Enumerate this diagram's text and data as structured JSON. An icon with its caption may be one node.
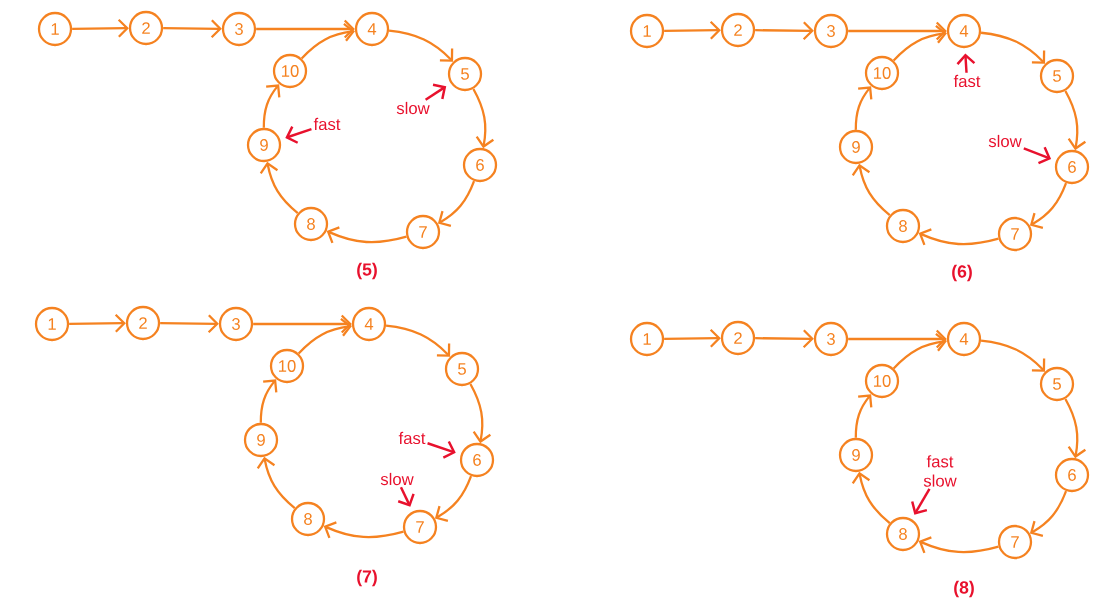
{
  "diagram": {
    "nodes": [
      {
        "text": [
          "1"
        ]
      },
      {
        "text": [
          "2"
        ]
      },
      {
        "text": [
          "3"
        ]
      },
      {
        "text": [
          "4"
        ]
      },
      {
        "text": [
          "5"
        ]
      },
      {
        "text": [
          "6"
        ]
      },
      {
        "text": [
          "7"
        ]
      },
      {
        "text": [
          "8"
        ]
      },
      {
        "text": [
          "9"
        ]
      },
      {
        "text": [
          "10"
        ]
      },
      {
        "text": [
          "fast"
        ]
      },
      {
        "text": [
          "slow"
        ]
      },
      {
        "text": [
          "1"
        ]
      },
      {
        "text": [
          "2"
        ]
      },
      {
        "text": [
          "3"
        ]
      },
      {
        "text": [
          "4"
        ]
      },
      {
        "text": [
          "5"
        ]
      },
      {
        "text": [
          "6"
        ]
      },
      {
        "text": [
          "7"
        ]
      },
      {
        "text": [
          "8"
        ]
      },
      {
        "text": [
          "9"
        ]
      },
      {
        "text": [
          "10"
        ]
      },
      {
        "text": [
          "fast"
        ]
      },
      {
        "text": [
          "slow"
        ]
      },
      {
        "text": [
          "1"
        ]
      },
      {
        "text": [
          "2"
        ]
      },
      {
        "text": [
          "3"
        ]
      },
      {
        "text": [
          "4"
        ]
      },
      {
        "text": [
          "5"
        ]
      },
      {
        "text": [
          "6"
        ]
      },
      {
        "text": [
          "7"
        ]
      },
      {
        "text": [
          "8"
        ]
      },
      {
        "text": [
          "9"
        ]
      },
      {
        "text": [
          "10"
        ]
      },
      {
        "text": [
          "fast"
        ]
      },
      {
        "text": [
          "slow"
        ]
      },
      {
        "text": [
          "1"
        ]
      },
      {
        "text": [
          "2"
        ]
      },
      {
        "text": [
          "3"
        ]
      },
      {
        "text": [
          "4"
        ]
      },
      {
        "text": [
          "5"
        ]
      },
      {
        "text": [
          "6"
        ]
      },
      {
        "text": [
          "7"
        ]
      },
      {
        "text": [
          "8"
        ]
      },
      {
        "text": [
          "9"
        ]
      },
      {
        "text": [
          "10"
        ]
      },
      {
        "text": [
          "fast",
          "slow"
        ]
      }
    ],
    "edges": [
      {
        "from": 0,
        "to": 1,
        "arrow": "to"
      },
      {
        "from": 1,
        "to": 2,
        "arrow": "to"
      },
      {
        "from": 2,
        "to": 3,
        "arrow": "to"
      },
      {
        "from": 3,
        "to": 4,
        "arrow": "to"
      },
      {
        "from": 4,
        "to": 5,
        "arrow": "to"
      },
      {
        "from": 5,
        "to": 6,
        "arrow": "to"
      },
      {
        "from": 6,
        "to": 7,
        "arrow": "to"
      },
      {
        "from": 7,
        "to": 8,
        "arrow": "to"
      },
      {
        "from": 8,
        "to": 9,
        "arrow": "to"
      },
      {
        "from": 9,
        "to": 3,
        "arrow": "to"
      },
      {
        "from": 10,
        "to": 8,
        "arrow": "to",
        "color": "#e8112d"
      },
      {
        "from": 11,
        "to": 4,
        "arrow": "to",
        "color": "#e8112d"
      },
      {
        "from": 12,
        "to": 13,
        "arrow": "to"
      },
      {
        "from": 13,
        "to": 14,
        "arrow": "to"
      },
      {
        "from": 14,
        "to": 15,
        "arrow": "to"
      },
      {
        "from": 15,
        "to": 16,
        "arrow": "to"
      },
      {
        "from": 16,
        "to": 17,
        "arrow": "to"
      },
      {
        "from": 17,
        "to": 18,
        "arrow": "to"
      },
      {
        "from": 18,
        "to": 19,
        "arrow": "to"
      },
      {
        "from": 19,
        "to": 20,
        "arrow": "to"
      },
      {
        "from": 20,
        "to": 21,
        "arrow": "to"
      },
      {
        "from": 21,
        "to": 15,
        "arrow": "to"
      },
      {
        "from": 22,
        "to": 15,
        "arrow": "to",
        "color": "#e8112d"
      },
      {
        "from": 23,
        "to": 17,
        "arrow": "to",
        "color": "#e8112d"
      },
      {
        "from": 24,
        "to": 25,
        "arrow": "to"
      },
      {
        "from": 25,
        "to": 26,
        "arrow": "to"
      },
      {
        "from": 26,
        "to": 27,
        "arrow": "to"
      },
      {
        "from": 27,
        "to": 28,
        "arrow": "to"
      },
      {
        "from": 28,
        "to": 29,
        "arrow": "to"
      },
      {
        "from": 29,
        "to": 30,
        "arrow": "to"
      },
      {
        "from": 30,
        "to": 31,
        "arrow": "to"
      },
      {
        "from": 31,
        "to": 32,
        "arrow": "to"
      },
      {
        "from": 32,
        "to": 33,
        "arrow": "to"
      },
      {
        "from": 33,
        "to": 27,
        "arrow": "to"
      },
      {
        "from": 34,
        "to": 29,
        "arrow": "to",
        "color": "#e8112d"
      },
      {
        "from": 35,
        "to": 30,
        "arrow": "to",
        "color": "#e8112d"
      },
      {
        "from": 36,
        "to": 37,
        "arrow": "to"
      },
      {
        "from": 37,
        "to": 38,
        "arrow": "to"
      },
      {
        "from": 38,
        "to": 39,
        "arrow": "to"
      },
      {
        "from": 39,
        "to": 40,
        "arrow": "to"
      },
      {
        "from": 40,
        "to": 41,
        "arrow": "to"
      },
      {
        "from": 41,
        "to": 42,
        "arrow": "to"
      },
      {
        "from": 42,
        "to": 43,
        "arrow": "to"
      },
      {
        "from": 43,
        "to": 44,
        "arrow": "to"
      },
      {
        "from": 44,
        "to": 45,
        "arrow": "to"
      },
      {
        "from": 45,
        "to": 39,
        "arrow": "to"
      },
      {
        "from": 46,
        "to": 43,
        "arrow": "to",
        "color": "#e8112d"
      }
    ],
    "labels": [
      "(5)",
      "(6)",
      "(7)",
      "(8)"
    ]
  }
}
